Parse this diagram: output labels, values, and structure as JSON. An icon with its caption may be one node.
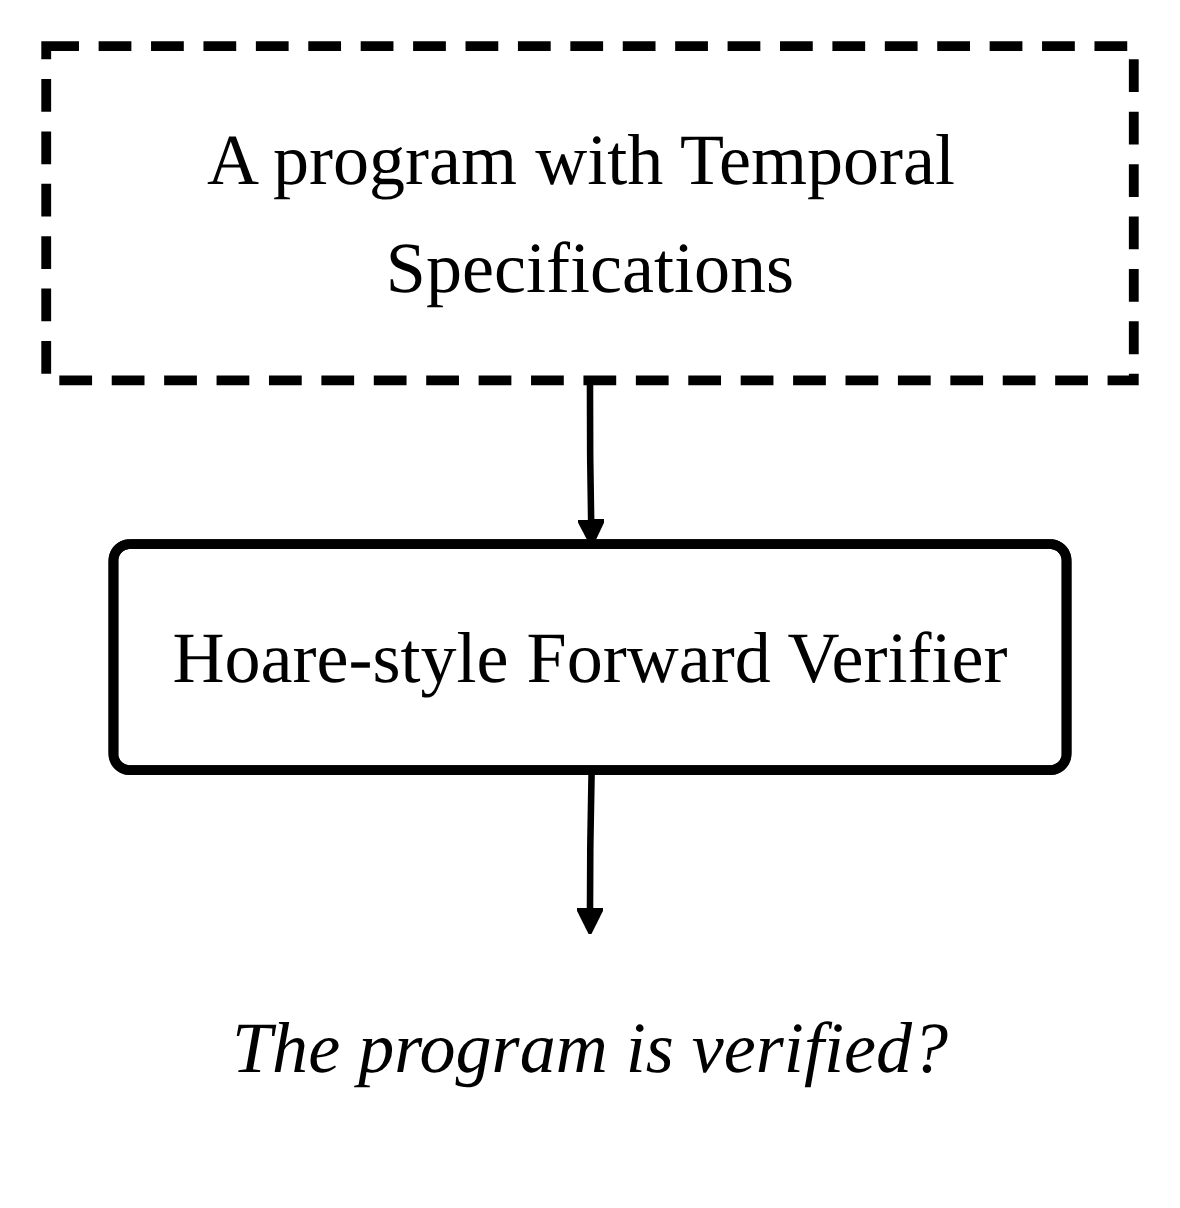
{
  "diagram": {
    "nodes": [
      {
        "text": [
          "A program with Temporal Specifications"
        ]
      },
      {
        "text": [
          "Hoare-style Forward Verifier"
        ]
      },
      {
        "text": [
          "The program is verified?"
        ]
      }
    ],
    "edges": [
      {
        "from": 0,
        "to": 1,
        "arrow": "to"
      },
      {
        "from": 1,
        "to": 2,
        "arrow": "to"
      }
    ]
  }
}
